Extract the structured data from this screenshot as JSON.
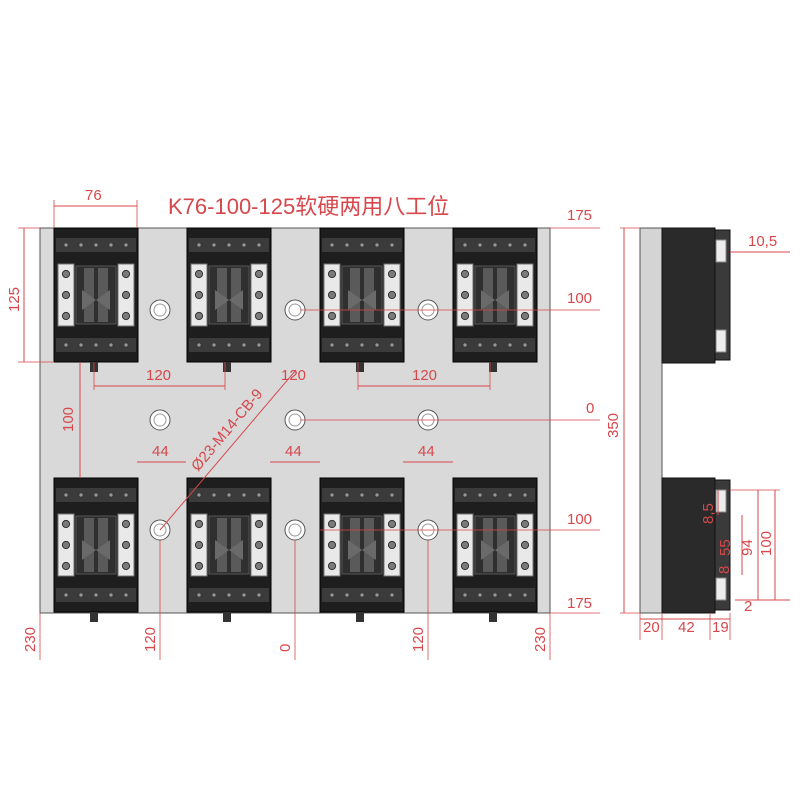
{
  "title": "K76-100-125软硬两用八工位",
  "colors": {
    "dimension": "#d7474b",
    "plate": "#d9d9d9",
    "vise_body": "#1e1e1e",
    "jaw_plate": "#e9e9e9",
    "bolt": "#7a7a7a",
    "hole": "#ffffff"
  },
  "front_view": {
    "dims": {
      "top_width": "76",
      "left_height": "125",
      "right_top": "175",
      "right_upper_row": "100",
      "right_center": "0",
      "right_lower_row": "100",
      "right_bottom": "175",
      "spacing_left": "120",
      "spacing_mid": "120",
      "spacing_right": "120",
      "left_vertical": "100",
      "hole_spec": "Ø23-M14-CB-9",
      "gap_left": "44",
      "gap_mid": "44",
      "gap_right": "44",
      "bottom_left_edge": "230",
      "bottom_left_offset": "120",
      "bottom_center": "0",
      "bottom_right_offset": "120",
      "bottom_right_edge": "230"
    },
    "vise_count": 8
  },
  "side_view": {
    "dims": {
      "jaw_step": "10,5",
      "total_height": "350",
      "depth_8_5": "8,5",
      "depth_55": "55",
      "depth_94": "94",
      "depth_100": "100",
      "gap_8": "8",
      "offset_2": "2",
      "width_20": "20",
      "width_42": "42",
      "width_19": "19"
    }
  }
}
